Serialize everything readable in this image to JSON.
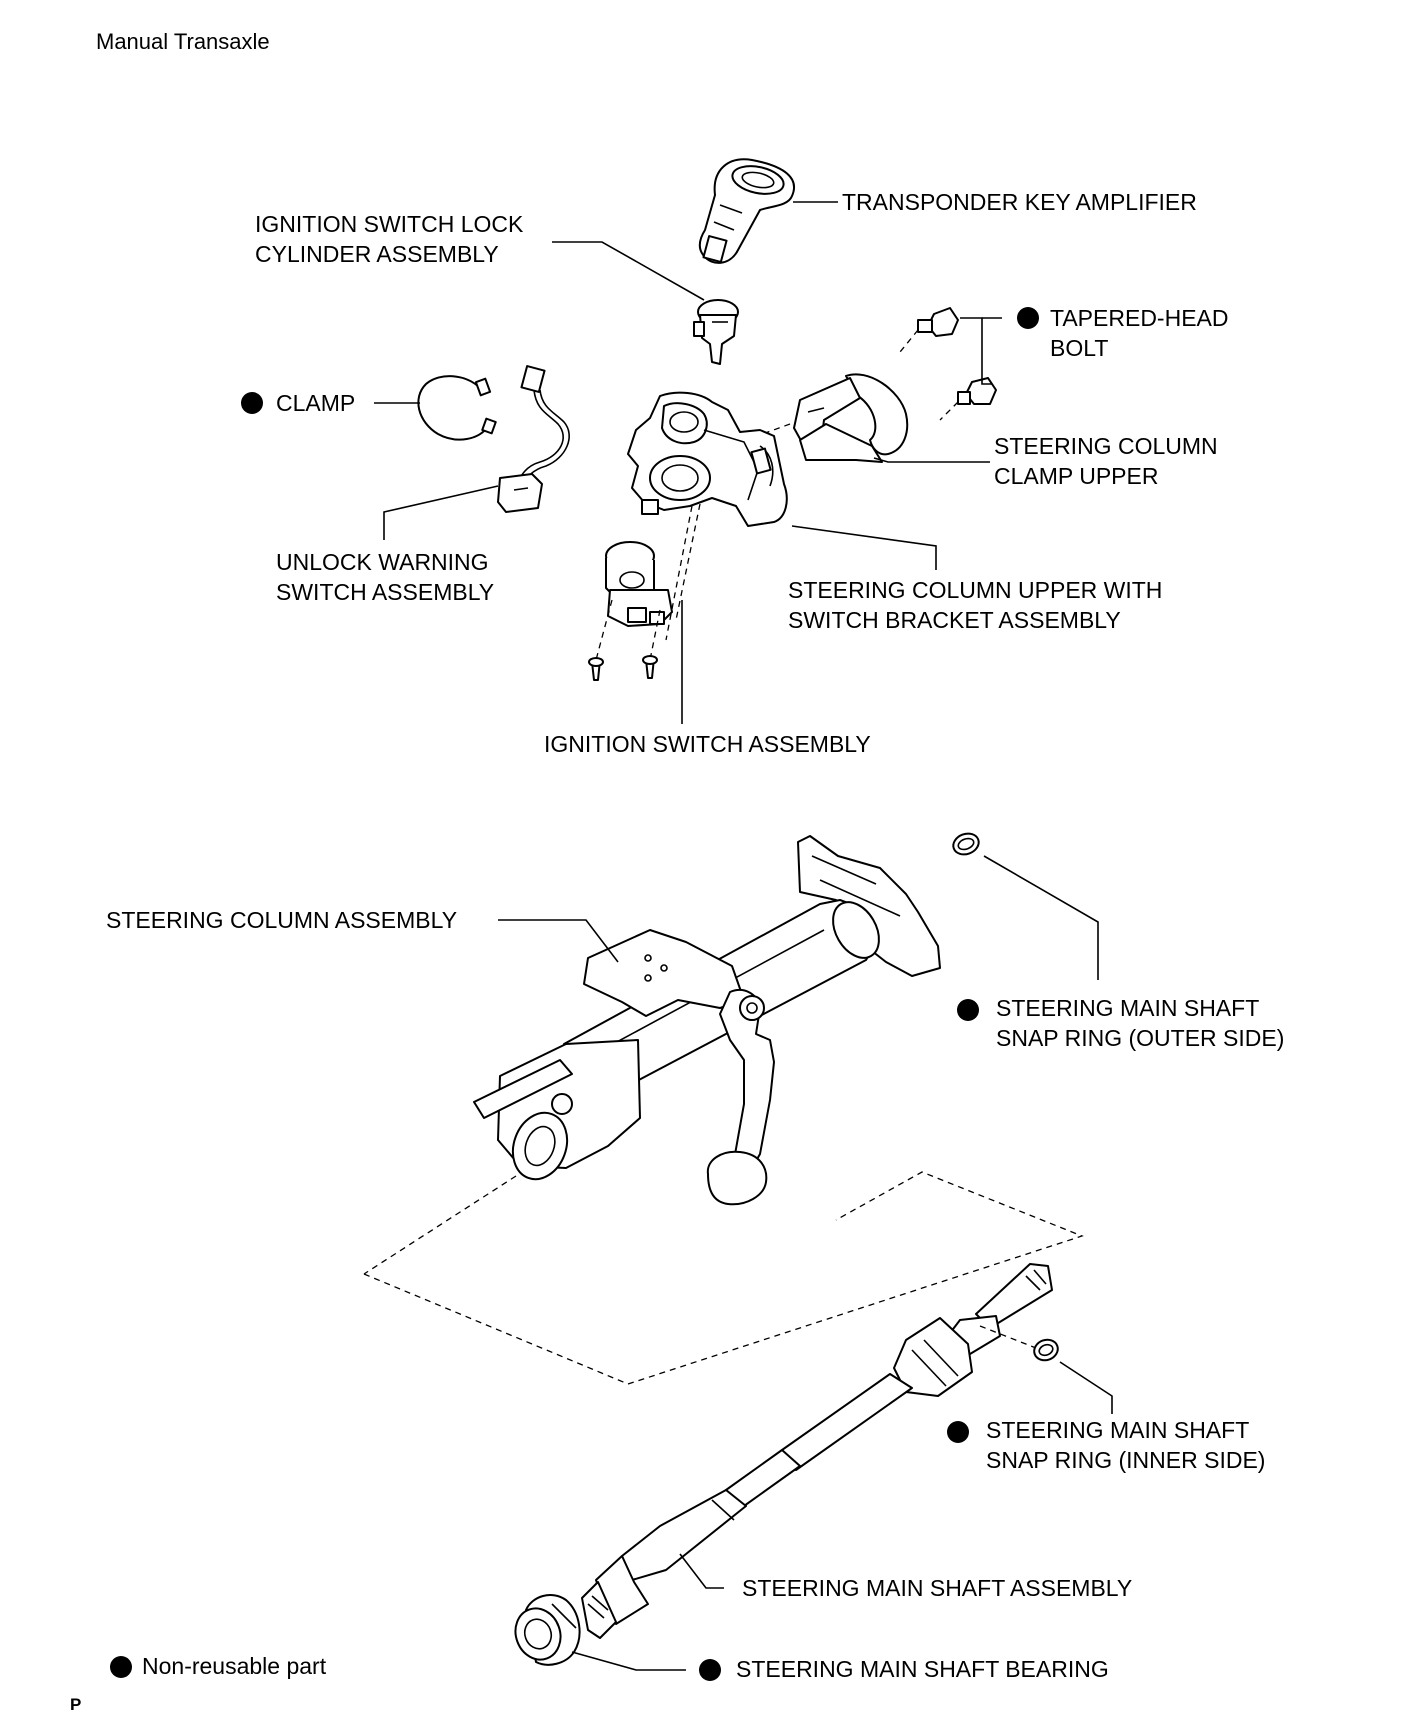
{
  "header": {
    "title": "Manual Transaxle"
  },
  "footer": {
    "code": "P"
  },
  "labels": {
    "transponder": "TRANSPONDER KEY AMPLIFIER",
    "lock_cylinder_1": "IGNITION SWITCH LOCK",
    "lock_cylinder_2": "CYLINDER ASSEMBLY",
    "tapered_bolt_1": "TAPERED-HEAD",
    "tapered_bolt_2": "BOLT",
    "clamp": "CLAMP",
    "clamp_upper_1": "STEERING COLUMN",
    "clamp_upper_2": "CLAMP UPPER",
    "unlock_1": "UNLOCK WARNING",
    "unlock_2": "SWITCH ASSEMBLY",
    "column_upper_1": "STEERING COLUMN UPPER WITH",
    "column_upper_2": "SWITCH BRACKET ASSEMBLY",
    "ignition_switch": "IGNITION SWITCH ASSEMBLY",
    "column_assembly": "STEERING COLUMN ASSEMBLY",
    "snap_outer_1": "STEERING MAIN SHAFT",
    "snap_outer_2": "SNAP RING (OUTER SIDE)",
    "snap_inner_1": "STEERING MAIN SHAFT",
    "snap_inner_2": "SNAP RING (INNER SIDE)",
    "shaft_assembly": "STEERING MAIN SHAFT ASSEMBLY",
    "shaft_bearing": "STEERING MAIN SHAFT BEARING"
  },
  "legend": {
    "non_reusable": "Non-reusable part"
  },
  "colors": {
    "ink": "#000000",
    "background": "#ffffff"
  },
  "icons": {
    "non_reusable_marker": "filled-circle"
  }
}
